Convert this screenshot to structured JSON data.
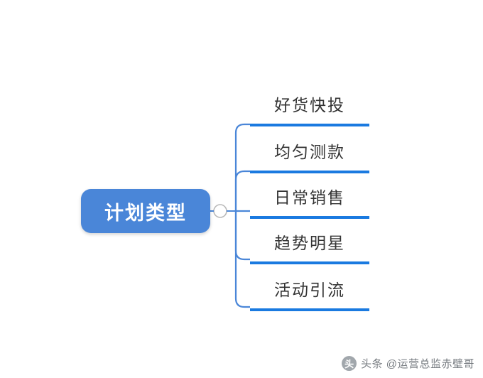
{
  "diagram": {
    "type": "mindmap",
    "root": {
      "label": "计划类型",
      "fill_color": "#4a86d8",
      "text_color": "#ffffff"
    },
    "connector": {
      "hub_shape": "circle",
      "line_color": "#4a86d8"
    },
    "branch_underline_color": "#1a7ae0",
    "branches": [
      {
        "label": "好货快投"
      },
      {
        "label": "均匀测款"
      },
      {
        "label": "日常销售"
      },
      {
        "label": "趋势明星"
      },
      {
        "label": "活动引流"
      }
    ]
  },
  "watermark": {
    "icon": "toutiao-logo-icon",
    "icon_glyph": "头",
    "text": "头条 @运营总监赤壁哥"
  }
}
